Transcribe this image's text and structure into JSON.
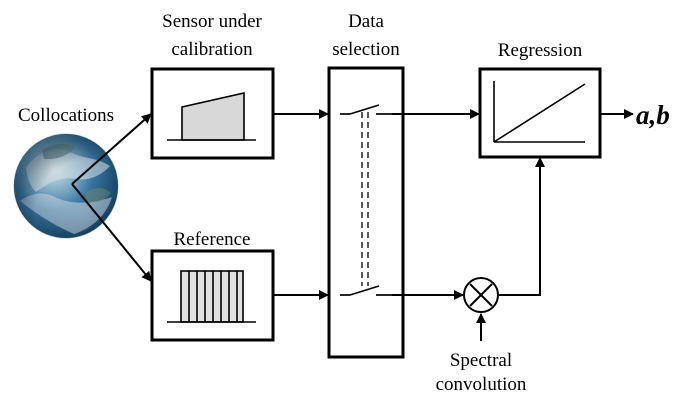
{
  "labels": {
    "collocations": "Collocations",
    "sensor_line1": "Sensor under",
    "sensor_line2": "calibration",
    "data_line1": "Data",
    "data_line2": "selection",
    "regression": "Regression",
    "reference": "Reference",
    "spectral_line1": "Spectral",
    "spectral_line2": "convolution",
    "output": "a,b"
  },
  "icons": {
    "globe": "earth-globe-icon",
    "multiplier": "circled-times-icon"
  },
  "colors": {
    "stroke": "#000000",
    "sensor_fill": "#d8d8d8",
    "reference_fill": "#e0e0e0",
    "globe_dark": "#1b4f73",
    "globe_mid": "#4b86b0",
    "globe_light": "#d9e8ef"
  }
}
